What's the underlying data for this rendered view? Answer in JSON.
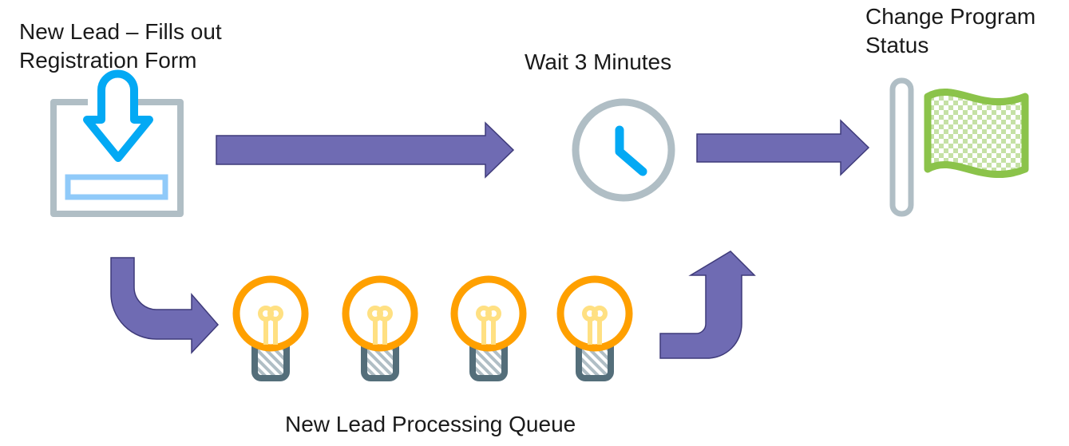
{
  "steps": {
    "new_lead_line1": "New Lead – Fills out",
    "new_lead_line2": "Registration Form",
    "wait": "Wait 3 Minutes",
    "change_status_line1": "Change Program",
    "change_status_line2": "Status",
    "queue": "New Lead Processing Queue"
  },
  "icons": {
    "form": "download-form-icon",
    "clock": "clock-icon",
    "flag": "flag-icon",
    "bulbs": [
      "lightbulb-icon",
      "lightbulb-icon",
      "lightbulb-icon",
      "lightbulb-icon"
    ]
  },
  "colors": {
    "arrow_fill": "#6f6bb3",
    "arrow_stroke": "#3f3b7a",
    "icon_gray": "#b0bec5",
    "icon_blue": "#03a9f4",
    "bulb_orange": "#ffa000",
    "bulb_glow": "#ffe082",
    "flag_green": "#8bc34a",
    "bulb_base": "#546e7a"
  }
}
